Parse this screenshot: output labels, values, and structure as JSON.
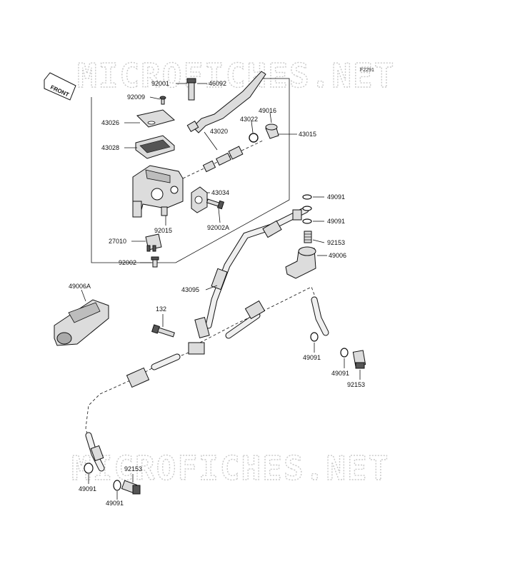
{
  "figure_ref": "F2291",
  "watermark": "MICROFICHES.NET",
  "front_arrow": "FRONT",
  "parts": {
    "p92001": "92001",
    "p46092": "46092",
    "p92009": "92009",
    "p43026": "43026",
    "p43028": "43028",
    "p43022": "43022",
    "p49016": "49016",
    "p43020": "43020",
    "p43015": "43015",
    "p43034": "43034",
    "p92015": "92015",
    "p92002A": "92002A",
    "p27010": "27010",
    "p92002": "92002",
    "p49091_a": "49091",
    "p49091_b": "49091",
    "p92153_a": "92153",
    "p49006": "49006",
    "p43095": "43095",
    "p49006A": "49006A",
    "p132": "132",
    "p49091_c": "49091",
    "p49091_d": "49091",
    "p92153_b": "92153",
    "p92153_c": "92153",
    "p49091_e": "49091",
    "p49091_f": "49091"
  }
}
